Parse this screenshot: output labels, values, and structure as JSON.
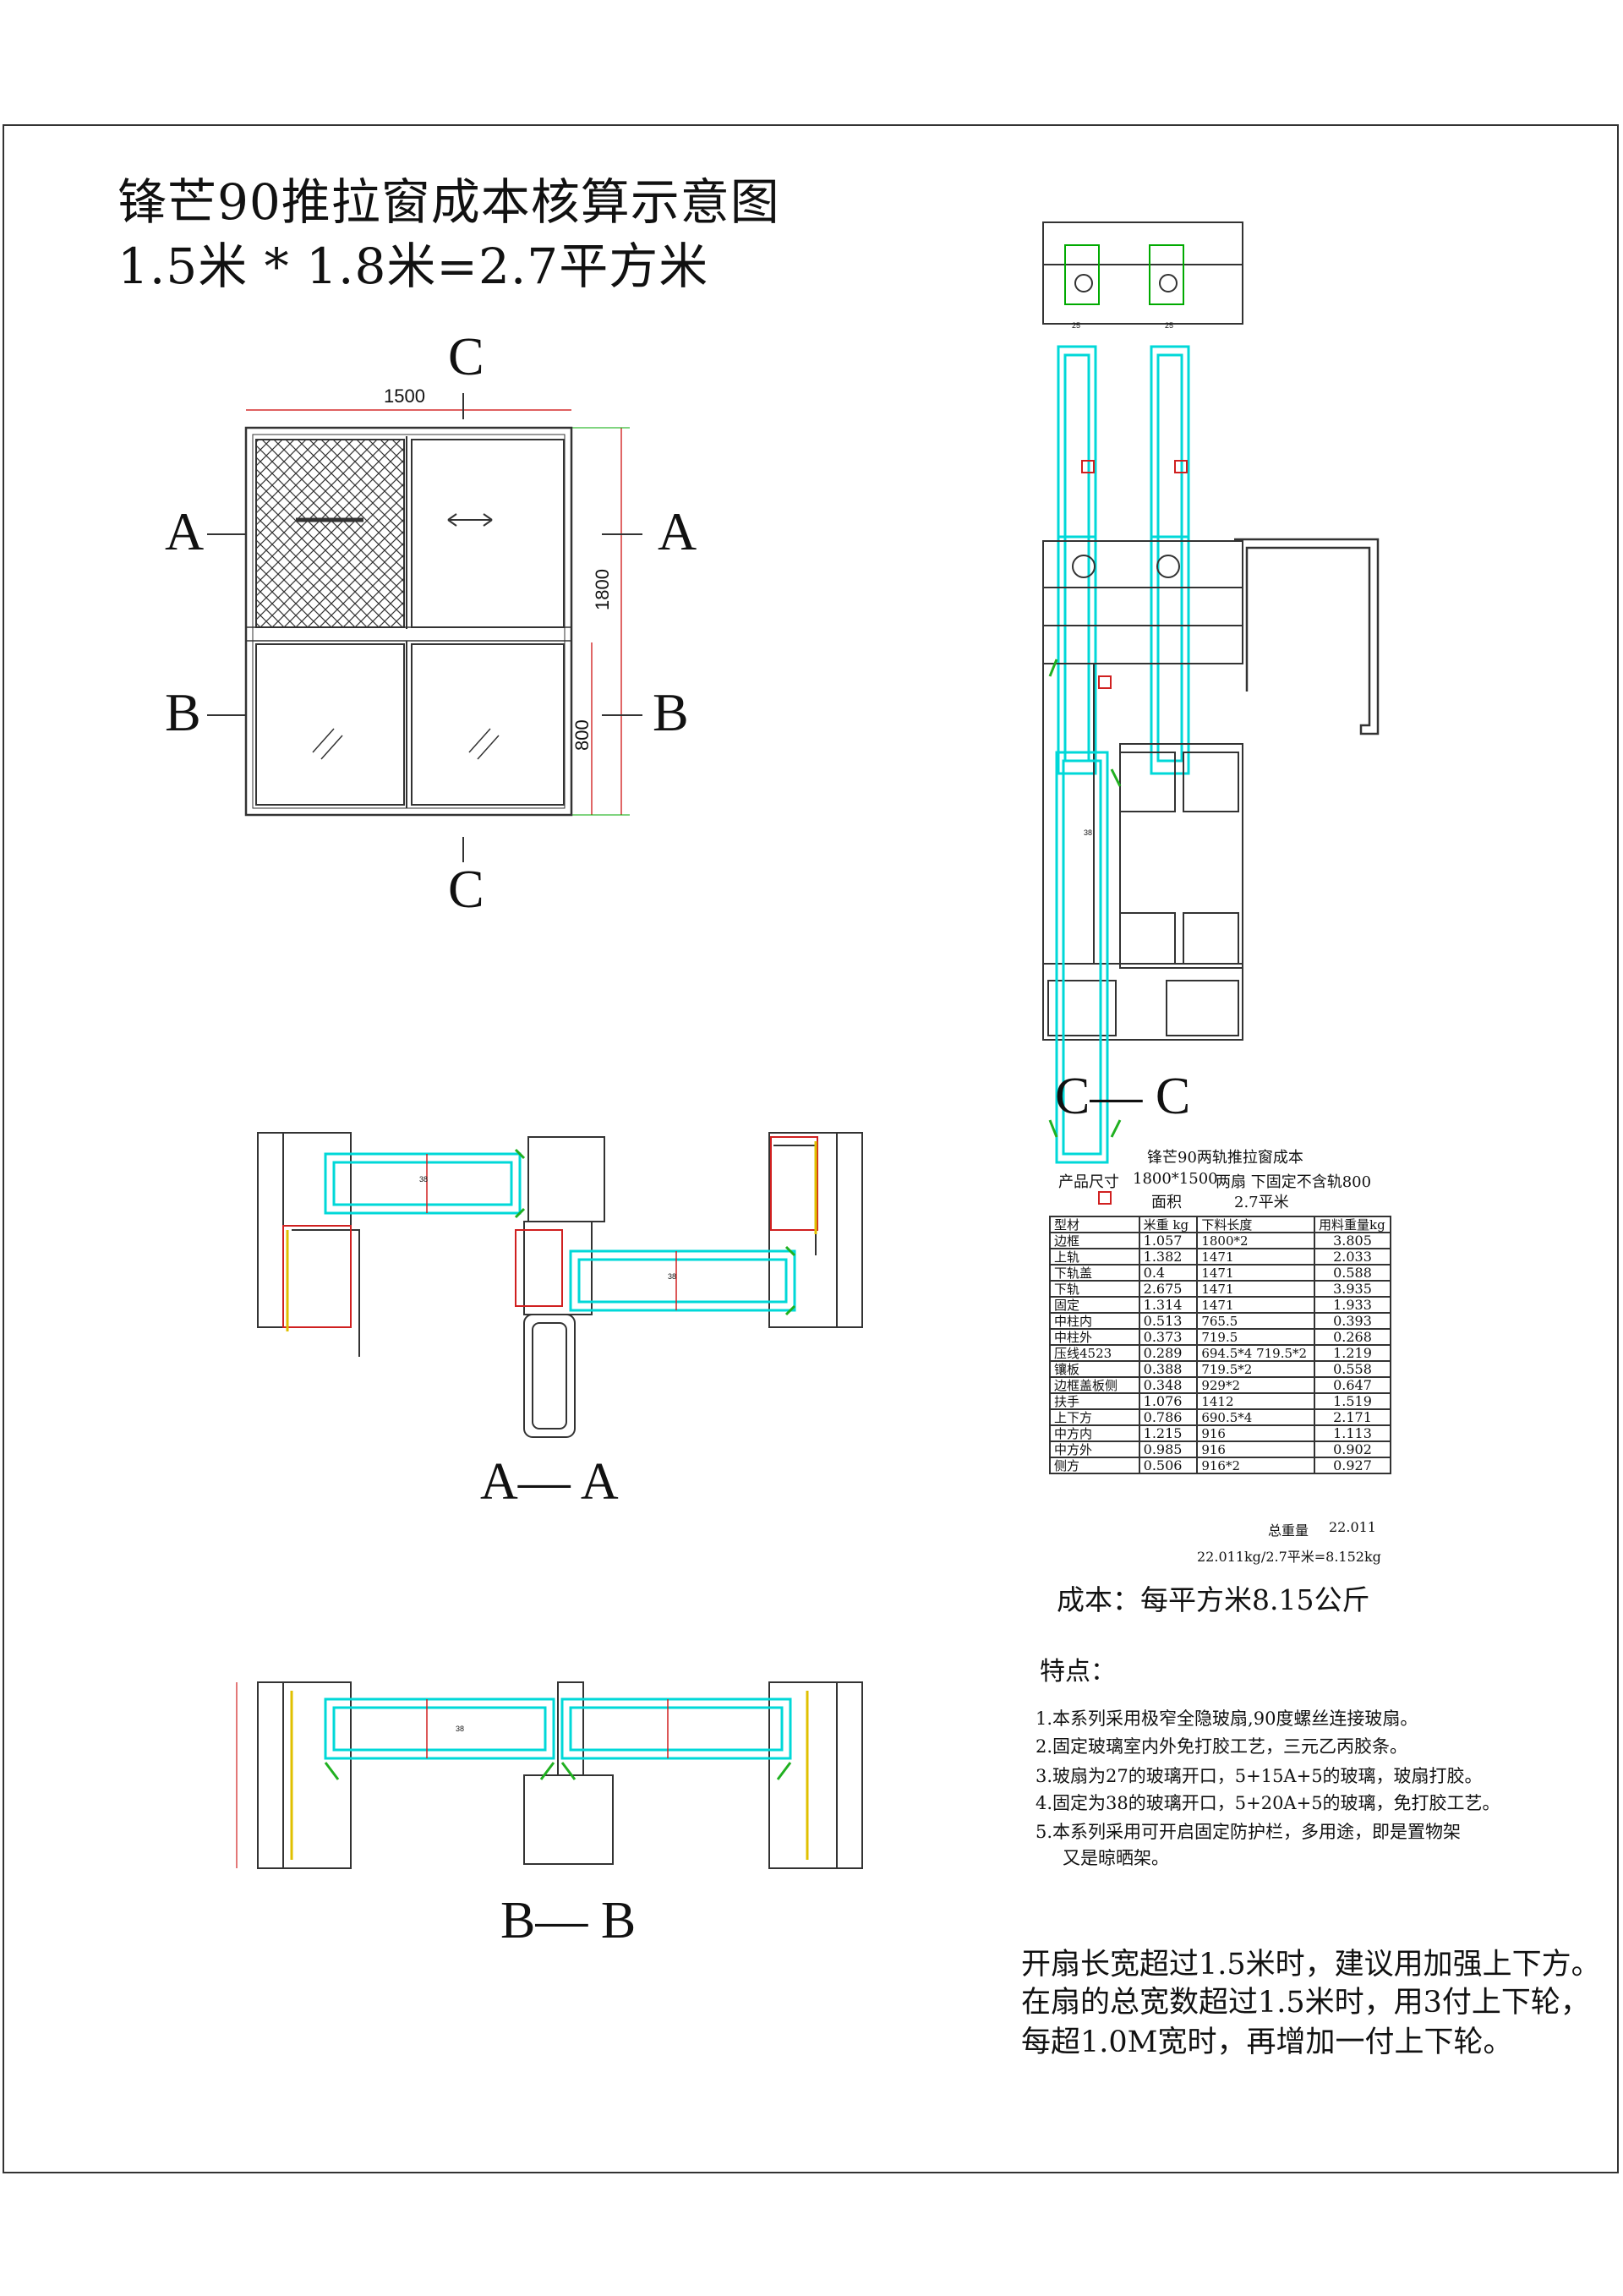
{
  "title": {
    "line1": "锋芒90推拉窗成本核算示意图",
    "line2": "1.5米 * 1.8米=2.7平方米"
  },
  "elevation": {
    "section_c_top": "C",
    "section_c_bottom": "C",
    "section_a_left": "A",
    "section_a_right": "A",
    "section_b_left": "B",
    "section_b_right": "B",
    "width_dim": "1500",
    "height_dim": "1800",
    "lower_dim": "800"
  },
  "sections": {
    "cc_label": "C— C",
    "aa_label": "A— A",
    "bb_label": "B— B",
    "glass_dims": [
      "25",
      "25",
      "38",
      "38",
      "38",
      "38"
    ]
  },
  "cost_table": {
    "title": "锋芒90两轨推拉窗成本",
    "size_label": "产品尺寸",
    "size_value": "1800*1500",
    "size_desc": "两扇  下固定不含轨800",
    "area_label": "面积",
    "area_value": "2.7平米",
    "headers": [
      "型材",
      "米重 kg",
      "下料长度",
      "用料重量kg"
    ],
    "rows": [
      [
        "边框",
        "1.057",
        "1800*2",
        "3.805"
      ],
      [
        "上轨",
        "1.382",
        "1471",
        "2.033"
      ],
      [
        "下轨盖",
        "0.4",
        "1471",
        "0.588"
      ],
      [
        "下轨",
        "2.675",
        "1471",
        "3.935"
      ],
      [
        "固定",
        "1.314",
        "1471",
        "1.933"
      ],
      [
        "中柱内",
        "0.513",
        "765.5",
        "0.393"
      ],
      [
        "中柱外",
        "0.373",
        "719.5",
        "0.268"
      ],
      [
        "压线4523",
        "0.289",
        "694.5*4  719.5*2",
        "1.219"
      ],
      [
        "镶板",
        "0.388",
        "719.5*2",
        "0.558"
      ],
      [
        "边框盖板侧",
        "0.348",
        "929*2",
        "0.647"
      ],
      [
        "扶手",
        "1.076",
        "1412",
        "1.519"
      ],
      [
        "上下方",
        "0.786",
        "690.5*4",
        "2.171"
      ],
      [
        "中方内",
        "1.215",
        "916",
        "1.113"
      ],
      [
        "中方外",
        "0.985",
        "916",
        "0.902"
      ],
      [
        "侧方",
        "0.506",
        "916*2",
        "0.927"
      ]
    ],
    "total_label": "总重量",
    "total_value": "22.011",
    "formula": "22.011kg/2.7平米=8.152kg"
  },
  "cost_summary": "成本：每平方米8.15公斤",
  "features": {
    "heading": "特点：",
    "items": [
      "1.本系列采用极窄全隐玻扇,90度螺丝连接玻扇。",
      "2.固定玻璃室内外免打胶工艺，三元乙丙胶条。",
      "3.玻扇为27的玻璃开口，5+15A+5的玻璃，玻扇打胶。",
      "4.固定为38的玻璃开口，5+20A+5的玻璃，免打胶工艺。",
      "5.本系列采用可开启固定防护栏，多用途，即是置物架",
      "又是晾晒架。"
    ]
  },
  "notes": [
    "开扇长宽超过1.5米时，建议用加强上下方。",
    "在扇的总宽数超过1.5米时，用3付上下轮，",
    "每超1.0M宽时，再增加一付上下轮。"
  ],
  "colors": {
    "glass": "#00e5e5",
    "gasket": "#d02020",
    "seal": "#20b020",
    "line": "#333333"
  }
}
